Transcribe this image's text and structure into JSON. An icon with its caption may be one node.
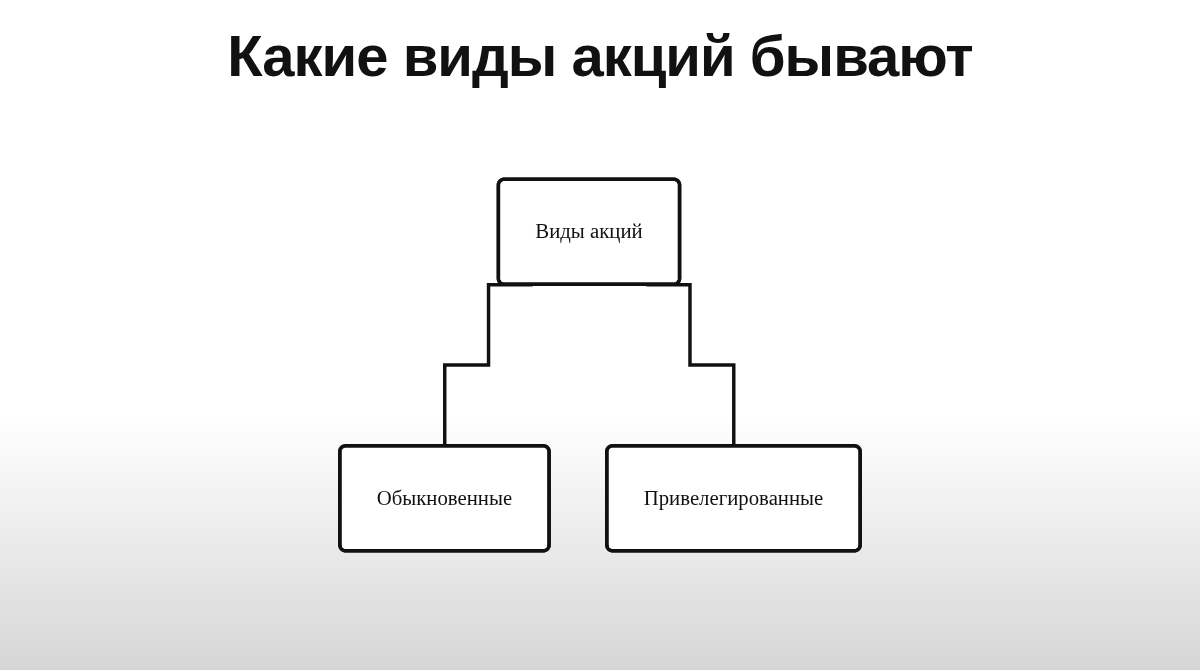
{
  "diagram": {
    "title": "Какие виды акций бывают",
    "nodes": [
      {
        "text": [
          "Виды акций"
        ]
      },
      {
        "text": [
          "Обыкновенные"
        ]
      },
      {
        "text": [
          "Привелегированные"
        ]
      }
    ],
    "edges": [
      {
        "from": 0,
        "to": 1,
        "arrow": "none"
      },
      {
        "from": 0,
        "to": 2,
        "arrow": "none"
      }
    ]
  }
}
